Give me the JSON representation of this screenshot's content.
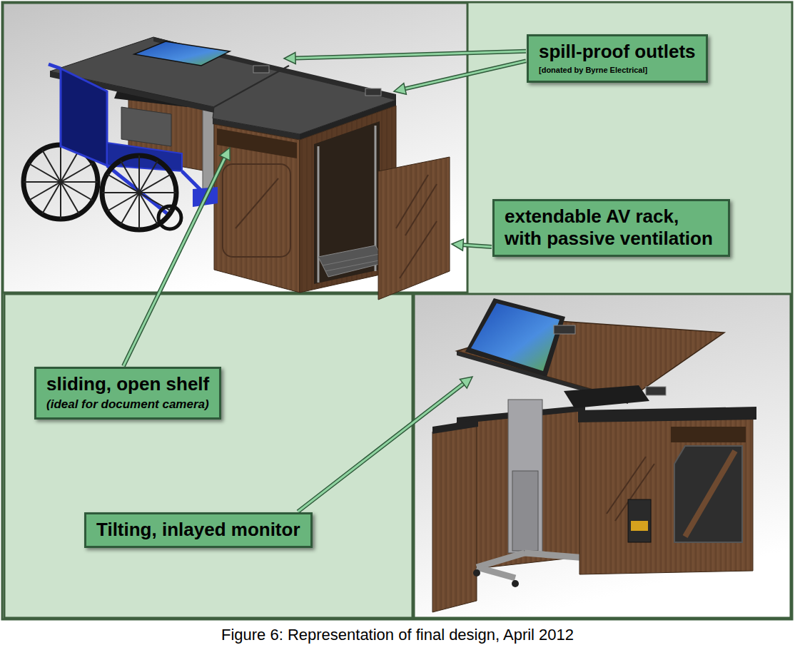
{
  "diagram": {
    "caption": "Figure 6: Representation of final design, April 2012",
    "nodes": [
      {
        "text": [
          "spill-proof outlets",
          "[donated by Byrne Electrical]"
        ]
      },
      {
        "text": [
          "extendable AV rack, with passive ventilation"
        ]
      },
      {
        "text": [
          "sliding, open shelf",
          "(ideal for document camera)"
        ]
      },
      {
        "text": [
          "Tilting, inlayed monitor"
        ]
      }
    ]
  }
}
